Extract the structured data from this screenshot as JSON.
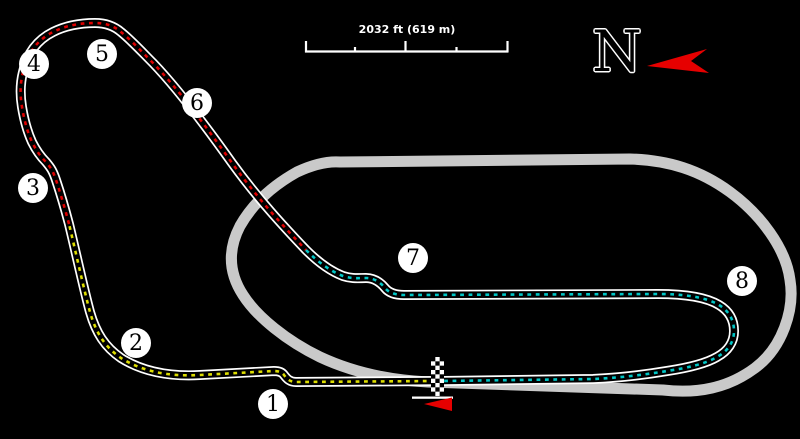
{
  "corners": [
    {
      "label": "1"
    },
    {
      "label": "2"
    },
    {
      "label": "3"
    },
    {
      "label": "4"
    },
    {
      "label": "5"
    },
    {
      "label": "6"
    },
    {
      "label": "7"
    },
    {
      "label": "8"
    }
  ],
  "scale_bar": {
    "label": "2032 ft (619 m)"
  },
  "compass": {
    "label": "N",
    "arrow_direction": "left"
  },
  "start_finish": {
    "marker": "checkered-line",
    "direction_arrow": "left"
  },
  "colors": {
    "background": "#000000",
    "oval_gray": "#c9c9c9",
    "road_edge": "#ffffff",
    "road_surface": "#000000",
    "sector_yellow": "#dddd00",
    "sector_red": "#dd0000",
    "sector_cyan": "#00c6c6",
    "arrow_red": "#e60000",
    "marker_bg": "#ffffff",
    "marker_text": "#000000"
  },
  "track": {
    "sections": [
      {
        "name": "sector-west",
        "dash_color": "#dddd00"
      },
      {
        "name": "sector-north",
        "dash_color": "#dd0000"
      },
      {
        "name": "sector-east",
        "dash_color": "#00c6c6"
      }
    ],
    "oval_loop": {
      "name": "oval-loop",
      "color": "#c9c9c9"
    }
  }
}
